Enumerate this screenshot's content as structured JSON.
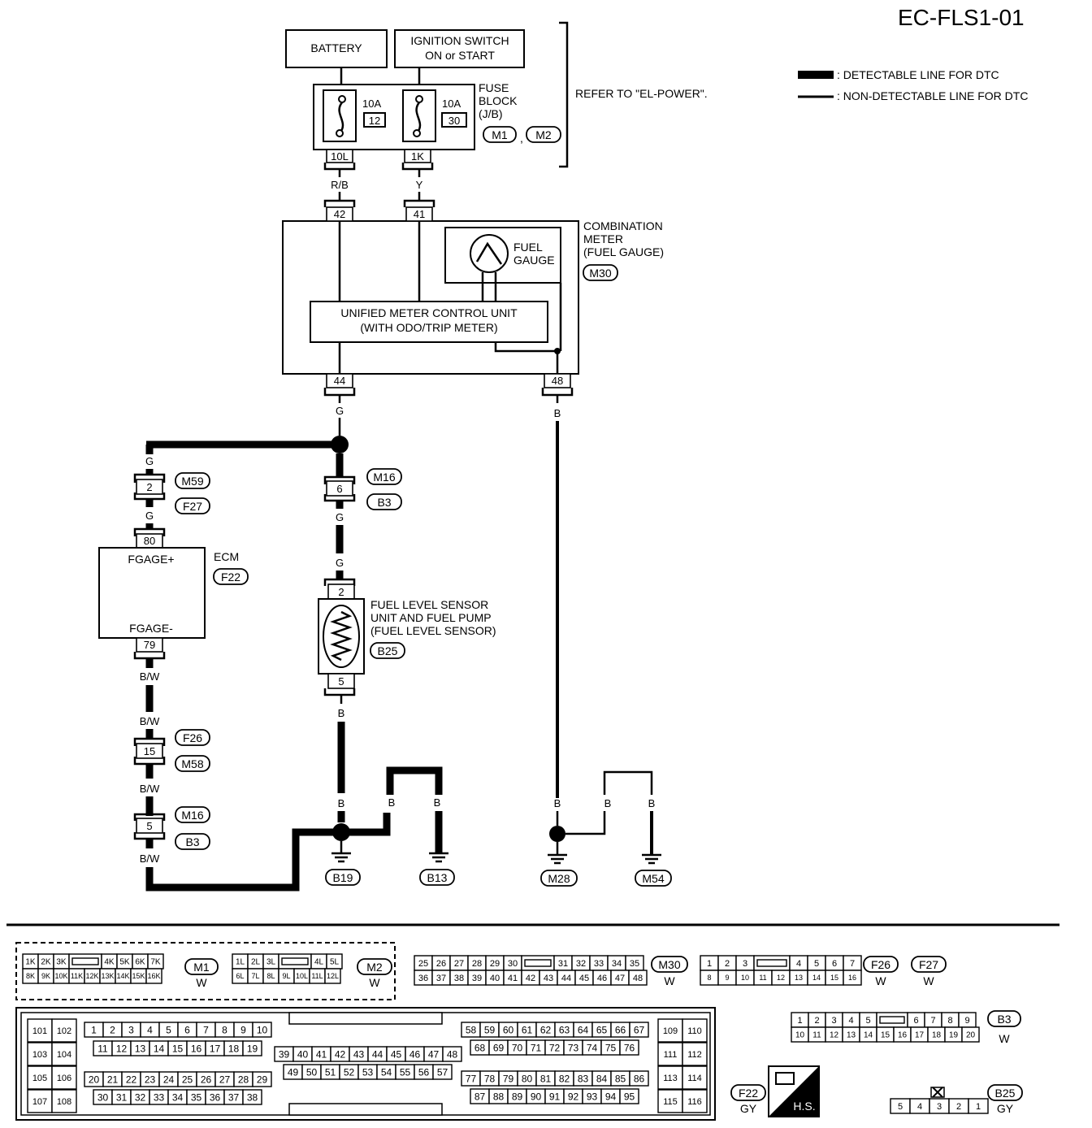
{
  "title": "EC-FLS1-01",
  "legend": {
    "detectable": ": DETECTABLE LINE FOR DTC",
    "non_detectable": ": NON-DETECTABLE LINE FOR DTC"
  },
  "power": {
    "battery": "BATTERY",
    "ign_line1": "IGNITION SWITCH",
    "ign_line2": "ON or START",
    "refer": "REFER TO \"EL-POWER\"."
  },
  "fuse_block": {
    "line1": "FUSE",
    "line2": "BLOCK",
    "line3": "(J/B)",
    "conn1": "M1",
    "conn2": "M2",
    "comma": ",",
    "fuse1_amp": "10A",
    "fuse1_no": "12",
    "fuse2_amp": "10A",
    "fuse2_no": "30",
    "term1": "10L",
    "term2": "1K"
  },
  "wires": {
    "rb": "R/B",
    "y": "Y",
    "g": "G",
    "b": "B",
    "bw": "B/W"
  },
  "meter": {
    "line1": "COMBINATION",
    "line2": "METER",
    "line3": "(FUEL GAUGE)",
    "conn": "M30",
    "gauge1": "FUEL",
    "gauge2": "GAUGE",
    "unit1": "UNIFIED METER CONTROL UNIT",
    "unit2": "(WITH ODO/TRIP METER)",
    "pin42": "42",
    "pin41": "41",
    "pin44": "44",
    "pin48": "48"
  },
  "joints": {
    "m59": "M59",
    "f27": "F27",
    "pin2": "2",
    "m16": "M16",
    "b3": "B3",
    "pin6": "6",
    "f26": "F26",
    "m58": "M58",
    "pin15": "15",
    "pin5": "5"
  },
  "ecm": {
    "label": "ECM",
    "conn": "F22",
    "plus": "FGAGE+",
    "minus": "FGAGE-",
    "pin80": "80",
    "pin79": "79"
  },
  "sensor": {
    "line1": "FUEL LEVEL SENSOR",
    "line2": "UNIT AND FUEL PUMP",
    "line3": "(FUEL LEVEL SENSOR)",
    "conn": "B25",
    "pin2": "2",
    "pin5": "5"
  },
  "grounds": {
    "b19": "B19",
    "b13": "B13",
    "m28": "M28",
    "m54": "M54"
  },
  "connectors": {
    "m1": {
      "label": "M1",
      "color": "W",
      "row1": [
        "1K",
        "2K",
        "3K",
        "",
        "4K",
        "5K",
        "6K",
        "7K"
      ],
      "row2": [
        "8K",
        "9K",
        "10K",
        "11K",
        "12K",
        "13K",
        "14K",
        "15K",
        "16K"
      ]
    },
    "m2": {
      "label": "M2",
      "color": "W",
      "row1": [
        "1L",
        "2L",
        "3L",
        "",
        "4L",
        "5L"
      ],
      "row2": [
        "6L",
        "7L",
        "8L",
        "9L",
        "10L",
        "11L",
        "12L"
      ]
    },
    "m30": {
      "label": "M30",
      "color": "W",
      "row1": [
        "25",
        "26",
        "27",
        "28",
        "29",
        "30",
        "",
        "31",
        "32",
        "33",
        "34",
        "35"
      ],
      "row2": [
        "36",
        "37",
        "38",
        "39",
        "40",
        "41",
        "42",
        "43",
        "44",
        "45",
        "46",
        "47",
        "48"
      ]
    },
    "f26": {
      "label": "F26",
      "color": "W"
    },
    "f27": {
      "label": "F27",
      "color": "W",
      "row1": [
        "1",
        "2",
        "3",
        "",
        "4",
        "5",
        "6",
        "7"
      ],
      "row2": [
        "8",
        "9",
        "10",
        "11",
        "12",
        "13",
        "14",
        "15",
        "16"
      ]
    },
    "b3": {
      "label": "B3",
      "color": "W",
      "row1": [
        "1",
        "2",
        "3",
        "4",
        "5",
        "",
        "6",
        "7",
        "8",
        "9"
      ],
      "row2": [
        "10",
        "11",
        "12",
        "13",
        "14",
        "15",
        "16",
        "17",
        "18",
        "19",
        "20"
      ]
    },
    "f22": {
      "label": "F22",
      "color": "GY",
      "hs": "H.S."
    },
    "b25": {
      "label": "B25",
      "color": "GY",
      "pins": [
        "5",
        "4",
        "3",
        "2",
        "1"
      ]
    },
    "ecm_a": {
      "col1": [
        "101",
        "103",
        "105",
        "107"
      ],
      "col2": [
        "102",
        "104",
        "106",
        "108"
      ]
    },
    "ecm_b": {
      "row1": [
        "1",
        "2",
        "3",
        "4",
        "5",
        "6",
        "7",
        "8",
        "9",
        "10"
      ],
      "row2": [
        "11",
        "12",
        "13",
        "14",
        "15",
        "16",
        "17",
        "18",
        "19"
      ],
      "row3": [
        "20",
        "21",
        "22",
        "23",
        "24",
        "25",
        "26",
        "27",
        "28",
        "29"
      ],
      "row4": [
        "30",
        "31",
        "32",
        "33",
        "34",
        "35",
        "36",
        "37",
        "38"
      ]
    },
    "ecm_c": {
      "row1": [
        "39",
        "40",
        "41",
        "42",
        "43",
        "44",
        "45",
        "46",
        "47",
        "48"
      ],
      "row2": [
        "49",
        "50",
        "51",
        "52",
        "53",
        "54",
        "55",
        "56",
        "57"
      ]
    },
    "ecm_d": {
      "row1": [
        "58",
        "59",
        "60",
        "61",
        "62",
        "63",
        "64",
        "65",
        "66",
        "67"
      ],
      "row2": [
        "68",
        "69",
        "70",
        "71",
        "72",
        "73",
        "74",
        "75",
        "76"
      ],
      "row3": [
        "77",
        "78",
        "79",
        "80",
        "81",
        "82",
        "83",
        "84",
        "85",
        "86"
      ],
      "row4": [
        "87",
        "88",
        "89",
        "90",
        "91",
        "92",
        "93",
        "94",
        "95"
      ]
    },
    "ecm_e": {
      "col1": [
        "109",
        "111",
        "113",
        "115"
      ],
      "col2": [
        "110",
        "112",
        "114",
        "116"
      ]
    }
  }
}
